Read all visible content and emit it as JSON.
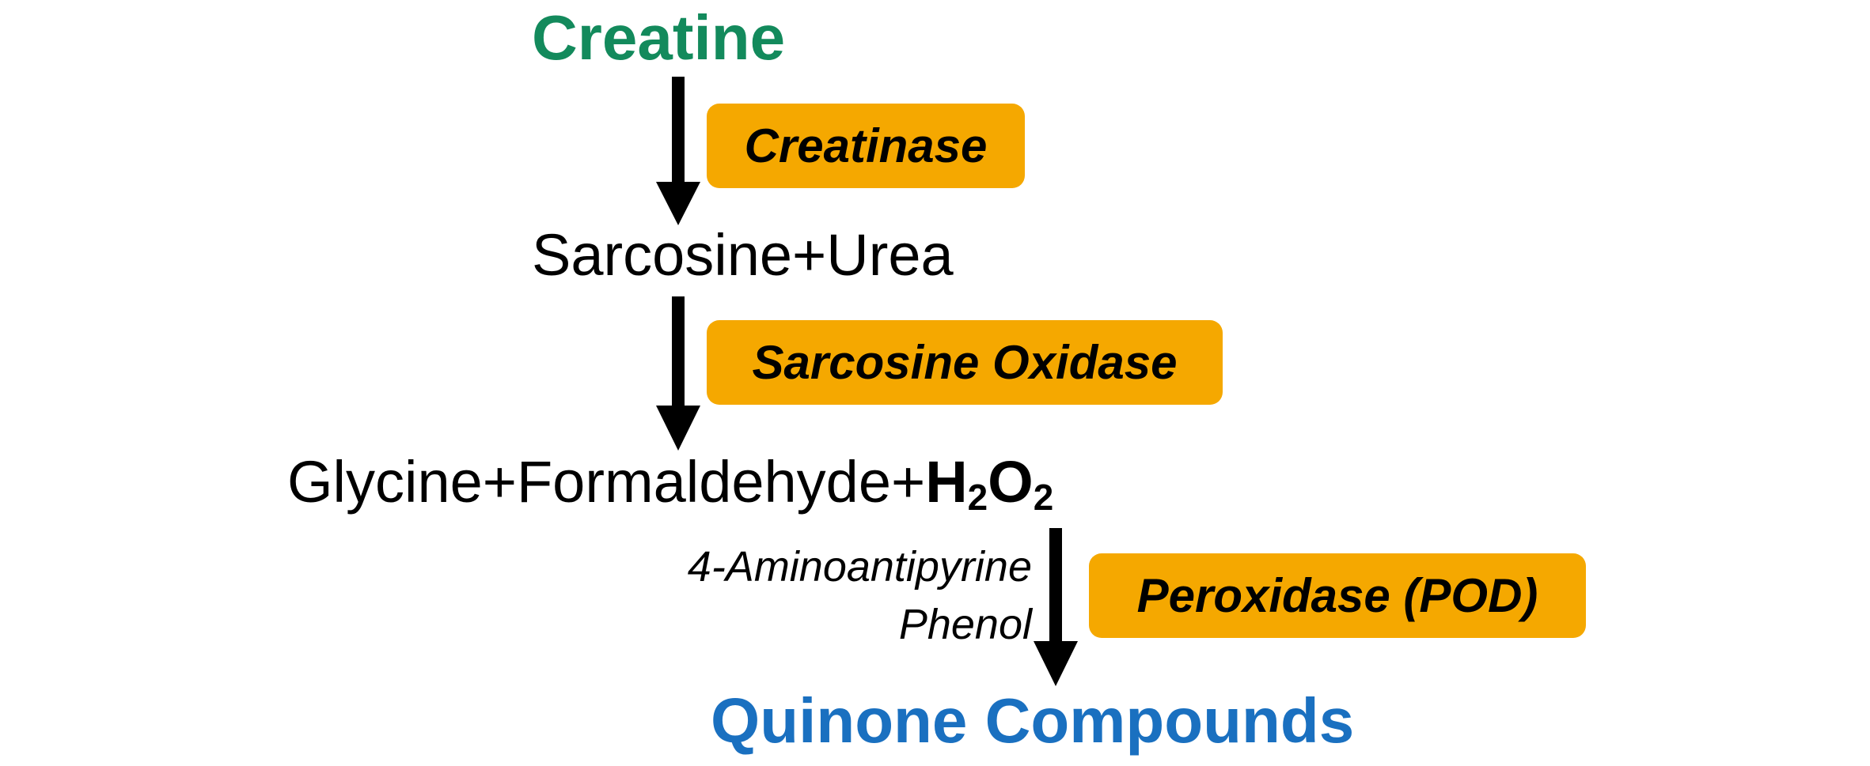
{
  "diagram": {
    "start": {
      "label": "Creatine",
      "color": "#138a5c"
    },
    "step1_product": {
      "label": "Sarcosine+Urea"
    },
    "step2_product": {
      "main": "Glycine+Formaldehyde+",
      "h2o2_h": "H",
      "h2o2_sub1": "2",
      "h2o2_o": "O",
      "h2o2_sub2": "2"
    },
    "end": {
      "label": "Quinone Compounds",
      "color": "#1a70c0"
    },
    "enzymes": [
      {
        "label": "Creatinase"
      },
      {
        "label": "Sarcosine Oxidase"
      },
      {
        "label": "Peroxidase (POD)"
      }
    ],
    "reagents": [
      "4-Aminoantipyrine",
      "Phenol"
    ],
    "enzyme_fill": "#f5a800",
    "arrow_color": "#000000"
  }
}
